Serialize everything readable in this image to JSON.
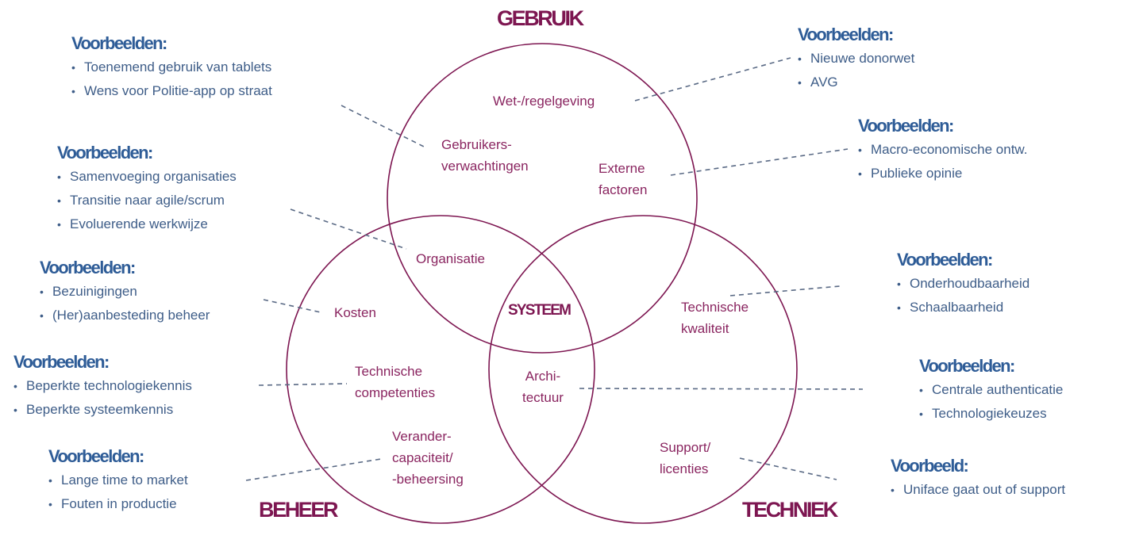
{
  "colors": {
    "circle": "#7d1651",
    "dash": "#5a6a85",
    "heading": "#2e5c97",
    "bullet_text": "#3e5d88",
    "inner_label": "#8a2560",
    "domain_title": "#7d1651"
  },
  "domains": {
    "gebruik": "GEBRUIK",
    "beheer": "BEHEER",
    "techniek": "TECHNIEK",
    "center": "SYSTEEM"
  },
  "labels": {
    "wet": "Wet-/regelgeving",
    "gebruikers_1": "Gebruikers-",
    "gebruikers_2": "verwachtingen",
    "externe_1": "Externe",
    "externe_2": "factoren",
    "organisatie": "Organisatie",
    "kosten": "Kosten",
    "techcomp_1": "Technische",
    "techcomp_2": "competenties",
    "verander_1": "Verander-",
    "verander_2": "capaciteit/",
    "verander_3": "-beheersing",
    "archi_1": "Archi-",
    "archi_2": "tectuur",
    "techkwal_1": "Technische",
    "techkwal_2": "kwaliteit",
    "support_1": "Support/",
    "support_2": "licenties"
  },
  "examples": {
    "bullet": "•",
    "gebruikers": {
      "heading": "Voorbeelden:",
      "items": [
        "Toenemend gebruik van tablets",
        "Wens voor Politie-app op straat"
      ]
    },
    "wet": {
      "heading": "Voorbeelden:",
      "items": [
        "Nieuwe donorwet",
        "AVG"
      ]
    },
    "externe": {
      "heading": "Voorbeelden:",
      "items": [
        "Macro-economische ontw.",
        "Publieke opinie"
      ]
    },
    "organisatie": {
      "heading": "Voorbeelden:",
      "items": [
        "Samenvoeging organisaties",
        "Transitie naar agile/scrum",
        "Evoluerende werkwijze"
      ]
    },
    "kosten": {
      "heading": "Voorbeelden:",
      "items": [
        "Bezuinigingen",
        "(Her)aanbesteding beheer"
      ]
    },
    "techcomp": {
      "heading": "Voorbeelden:",
      "items": [
        "Beperkte technologiekennis",
        "Beperkte systeemkennis"
      ]
    },
    "verander": {
      "heading": "Voorbeelden:",
      "items": [
        "Lange time to market",
        "Fouten in productie"
      ]
    },
    "techkwal": {
      "heading": "Voorbeelden:",
      "items": [
        "Onderhoudbaarheid",
        "Schaalbaarheid"
      ]
    },
    "archi": {
      "heading": "Voorbeelden:",
      "items": [
        "Centrale authenticatie",
        "Technologiekeuzes"
      ]
    },
    "support": {
      "heading": "Voorbeeld:",
      "items": [
        "Uniface gaat out of support"
      ]
    }
  }
}
